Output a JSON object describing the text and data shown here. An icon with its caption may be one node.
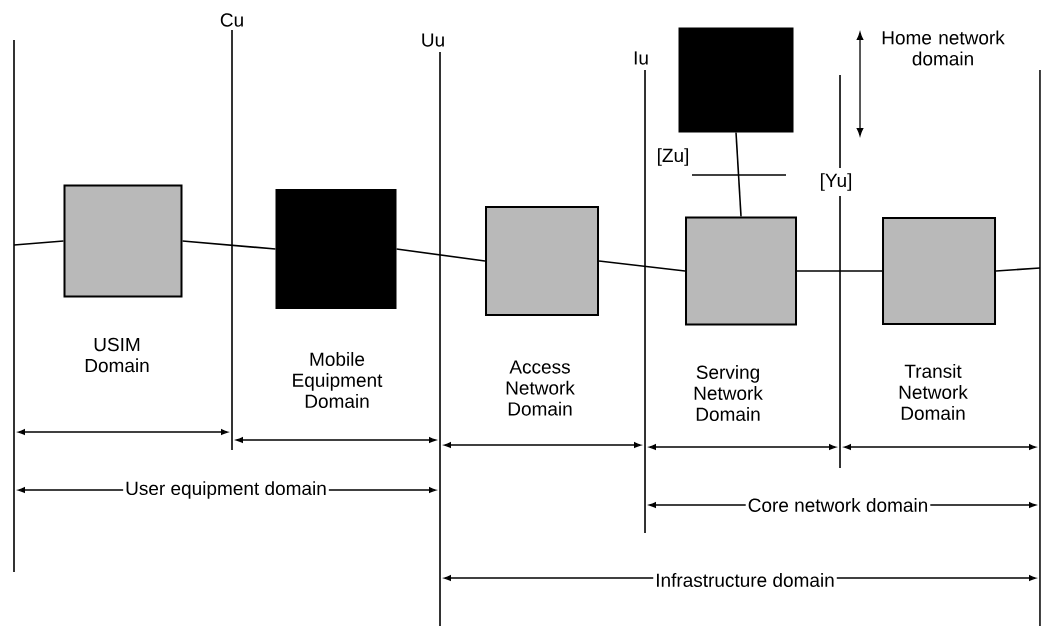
{
  "diagram": {
    "nodes": [
      {
        "text": [
          "USIM Domain"
        ]
      },
      {
        "text": [
          "Mobile Equipment Domain"
        ]
      },
      {
        "text": [
          "Access Network Domain"
        ]
      },
      {
        "text": [
          "Serving Network Domain"
        ]
      },
      {
        "text": [
          "Transit Network Domain"
        ]
      },
      {
        "text": [
          "Home network domain"
        ]
      }
    ],
    "edges": [
      {
        "from": null,
        "to": 0,
        "arrow": "none"
      },
      {
        "from": 0,
        "to": 1,
        "arrow": "none"
      },
      {
        "from": 1,
        "to": 2,
        "arrow": "none"
      },
      {
        "from": 2,
        "to": 3,
        "arrow": "none"
      },
      {
        "from": 3,
        "to": 4,
        "arrow": "none"
      },
      {
        "from": 4,
        "to": null,
        "arrow": "none"
      },
      {
        "from": 3,
        "to": 5,
        "arrow": "none",
        "label": "[Zu]"
      }
    ],
    "labels": [
      "Cu",
      "Uu",
      "Iu",
      "[Yu]",
      "User equipment domain",
      "Core network domain",
      "Infrastructure domain"
    ]
  }
}
